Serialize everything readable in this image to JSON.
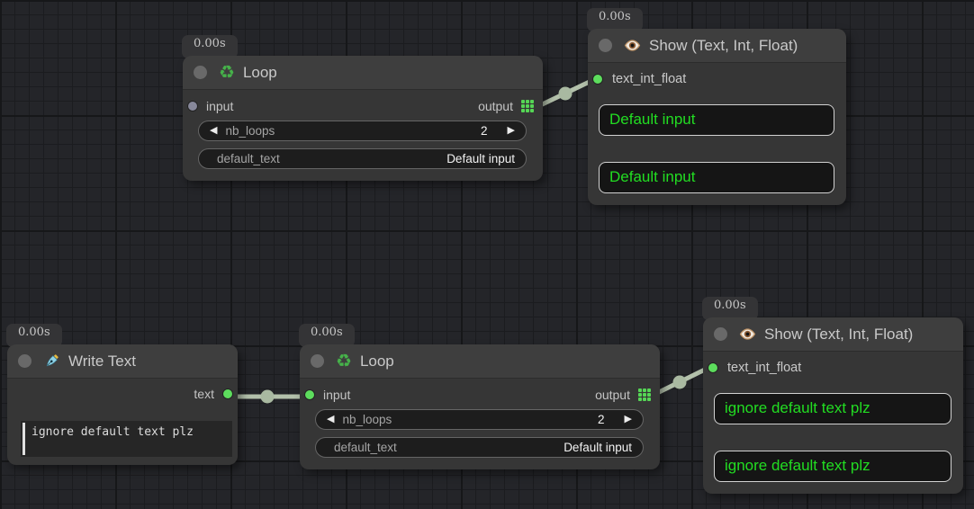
{
  "colors": {
    "canvas_bg": "#242529",
    "node_bg": "#363636",
    "header_bg": "#3e3e3e",
    "link": "#b3c1ab",
    "socket_connected": "#5ddd5d",
    "socket_unconnected": "#87889a",
    "show_text_green": "#22dd22",
    "grid_icon_green": "#55d655"
  },
  "nodes": {
    "loop_top": {
      "timer": "0.00s",
      "title": "Loop",
      "icon": "recycle-icon",
      "recycle_glyph": "♻",
      "input_label": "input",
      "output_label": "output",
      "widgets": {
        "nb_loops": {
          "label": "nb_loops",
          "value": "2",
          "dec": "◀",
          "inc": "▶"
        },
        "default_text": {
          "label": "default_text",
          "value": "Default input"
        }
      }
    },
    "show_top": {
      "timer": "0.00s",
      "title": "Show (Text, Int, Float)",
      "icon": "eye-icon",
      "input_label": "text_int_float",
      "boxes": [
        "Default input",
        "Default input"
      ]
    },
    "write_text": {
      "timer": "0.00s",
      "title": "Write Text",
      "icon": "pen-icon",
      "output_label": "text",
      "textarea_value": "ignore default text plz"
    },
    "loop_bottom": {
      "timer": "0.00s",
      "title": "Loop",
      "icon": "recycle-icon",
      "recycle_glyph": "♻",
      "input_label": "input",
      "output_label": "output",
      "widgets": {
        "nb_loops": {
          "label": "nb_loops",
          "value": "2",
          "dec": "◀",
          "inc": "▶"
        },
        "default_text": {
          "label": "default_text",
          "value": "Default input"
        }
      }
    },
    "show_bottom": {
      "timer": "0.00s",
      "title": "Show (Text, Int, Float)",
      "icon": "eye-icon",
      "input_label": "text_int_float",
      "boxes": [
        "ignore default text plz",
        "ignore default text plz"
      ]
    }
  }
}
